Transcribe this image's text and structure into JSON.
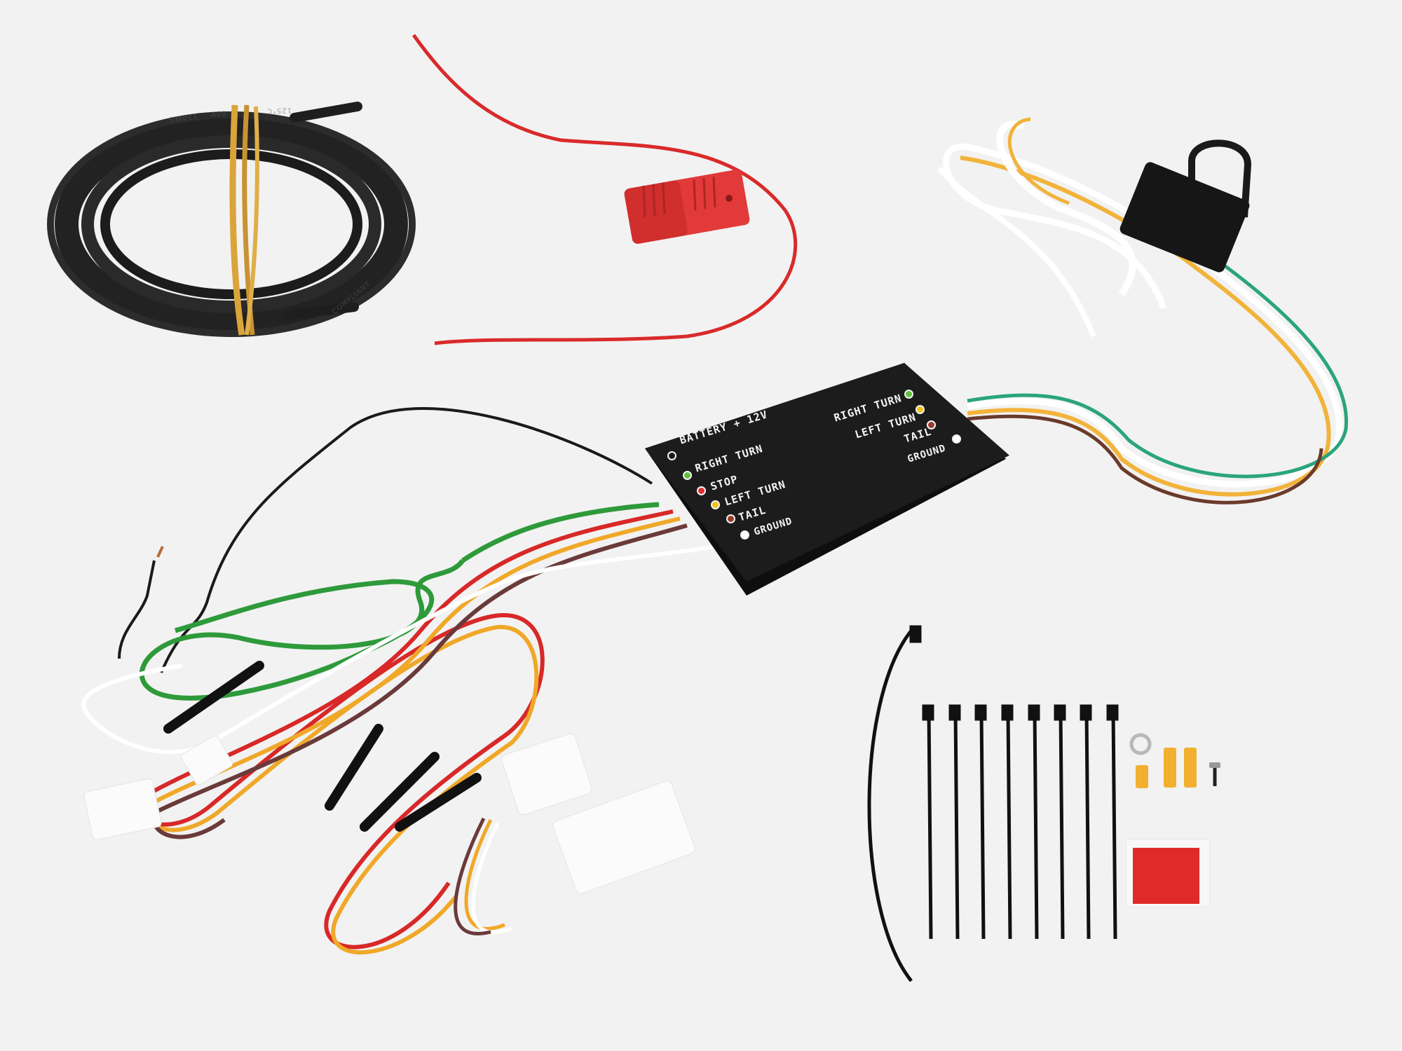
{
  "scene": {
    "description": "Trailer tail-light wiring converter kit laid out on a light grey background",
    "background_color": "#f2f2f2"
  },
  "items": {
    "power_wire_coil": {
      "name": "Black power wire coil",
      "band_color": "#d9a43a",
      "wire_color": "#1e1e1e",
      "jacket_print": [
        "12AWG",
        "80V",
        "125°C",
        "SXL",
        "ROHS",
        "COMPLIANT"
      ]
    },
    "inline_fuse_holder": {
      "name": "Red inline fuse holder",
      "color": "#e23a3a"
    },
    "converter_module": {
      "name": "Converter box",
      "color": "#1a1a1a",
      "inputs": [
        {
          "label": "BATTERY + 12V",
          "dot_color": "#1a1a1a"
        },
        {
          "label": "RIGHT TURN",
          "dot_color": "#62c13a"
        },
        {
          "label": "STOP",
          "dot_color": "#e23030"
        },
        {
          "label": "LEFT TURN",
          "dot_color": "#f2c21a"
        },
        {
          "label": "TAIL",
          "dot_color": "#9a3a2a"
        },
        {
          "label": "GROUND",
          "dot_color": "#ffffff"
        }
      ],
      "outputs": [
        {
          "label": "RIGHT TURN",
          "dot_color": "#62c13a"
        },
        {
          "label": "LEFT TURN",
          "dot_color": "#f2c21a"
        },
        {
          "label": "TAIL",
          "dot_color": "#9a3a2a"
        },
        {
          "label": "GROUND",
          "dot_color": "#ffffff"
        }
      ]
    },
    "four_way_harness": {
      "name": "4-way flat connector harness",
      "wire_colors": [
        "#ffffff",
        "#f2b33a",
        "#2aa57a",
        "#6a3a2a"
      ]
    },
    "vehicle_harness": {
      "name": "T-connector harness with white plugs",
      "wire_colors": [
        "#2e9a3a",
        "#d82828",
        "#f0a828",
        "#6a3a3a",
        "#ffffff"
      ]
    },
    "cable_ties": {
      "name": "Cable ties",
      "count": 9
    },
    "hardware": {
      "ring_terminal": 1,
      "butt_connectors": 2,
      "screw": 1,
      "connector_color": "#f2b030"
    },
    "adhesive_pad": {
      "name": "Red adhesive mounting pad",
      "color": "#e02a2a"
    }
  }
}
